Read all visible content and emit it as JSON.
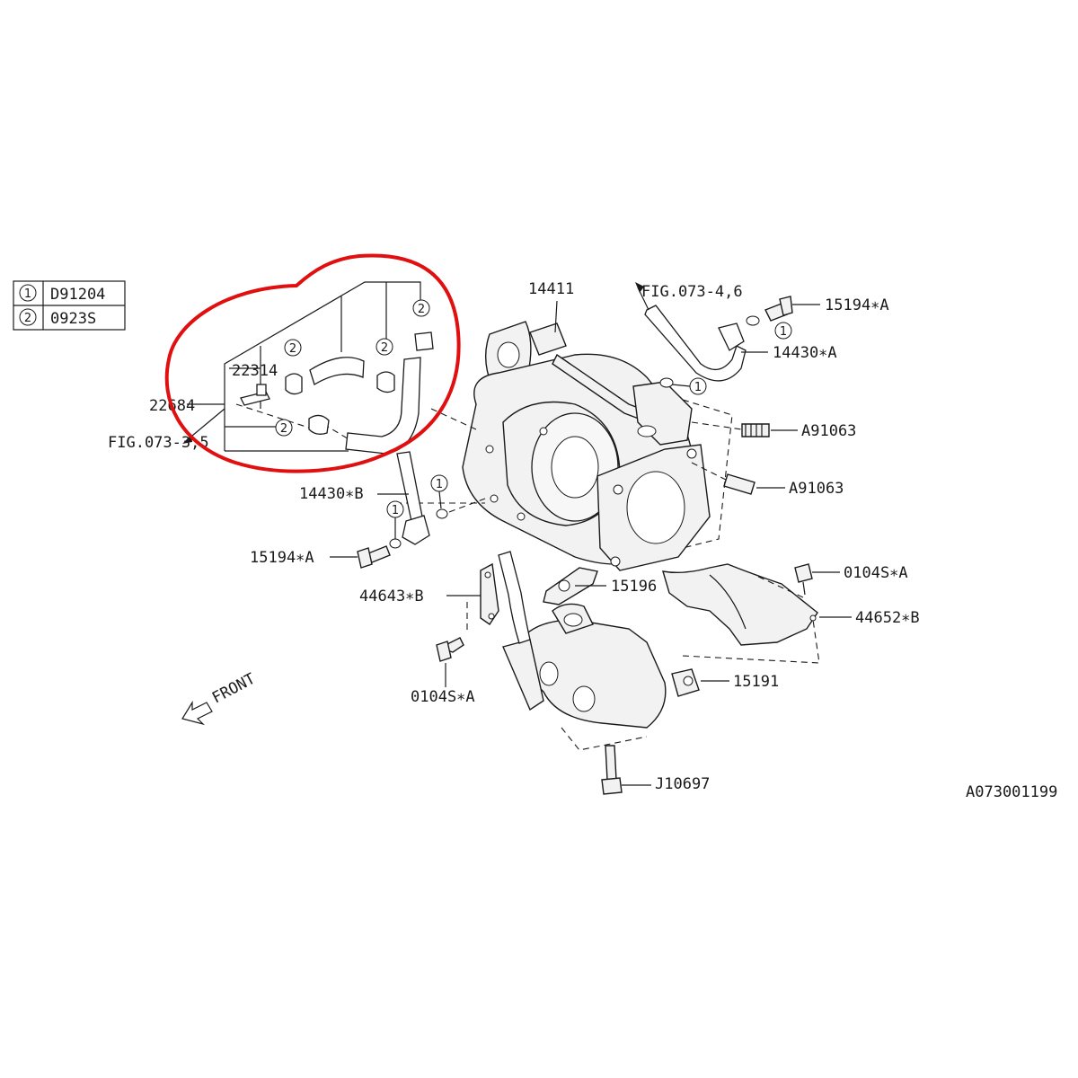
{
  "legend": [
    {
      "num": "1",
      "code": "D91204"
    },
    {
      "num": "2",
      "code": "0923S"
    }
  ],
  "part_labels": {
    "p14411": "14411",
    "fig_046": "FIG.073-4,6",
    "p15194a_top": "15194∗A",
    "p14430a": "14430∗A",
    "p22314": "22314",
    "p22684": "22684",
    "fig_035": "FIG.073-3,5",
    "a91063_1": "A91063",
    "a91063_2": "A91063",
    "p14430b": "14430∗B",
    "p15194a_bottom": "15194∗A",
    "p0104sa_right": "0104S∗A",
    "p44643b": "44643∗B",
    "p15196": "15196",
    "p44652b": "44652∗B",
    "p0104sa_left": "0104S∗A",
    "p15191": "15191",
    "j10697": "J10697",
    "front": "FRONT",
    "diagram_id": "A073001199"
  },
  "callout_numbers": {
    "one": "1",
    "two": "2"
  },
  "highlight_color": "#e01010"
}
